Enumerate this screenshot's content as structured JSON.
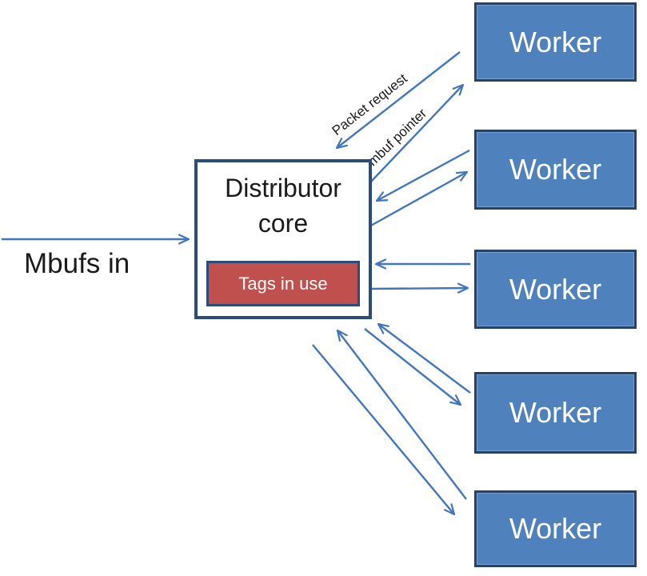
{
  "diagram": {
    "mbufs_in_label": "Mbufs in",
    "distributor": {
      "title_line1": "Distributor",
      "title_line2": "core",
      "tags_label": "Tags in use"
    },
    "workers": [
      {
        "label": "Worker"
      },
      {
        "label": "Worker"
      },
      {
        "label": "Worker"
      },
      {
        "label": "Worker"
      },
      {
        "label": "Worker"
      }
    ],
    "arrow_labels": {
      "packet_request": "Packet request",
      "mbuf_pointer": "mbuf pointer"
    },
    "colors": {
      "arrow_blue": "#4276bd",
      "worker_fill": "#4f81bd",
      "worker_border": "#24436b",
      "box_border": "#2a4c7c",
      "tags_fill": "#c0504d",
      "text_dark": "#1a1a1a",
      "text_light": "#ffffff",
      "background": "#ffffff"
    }
  }
}
